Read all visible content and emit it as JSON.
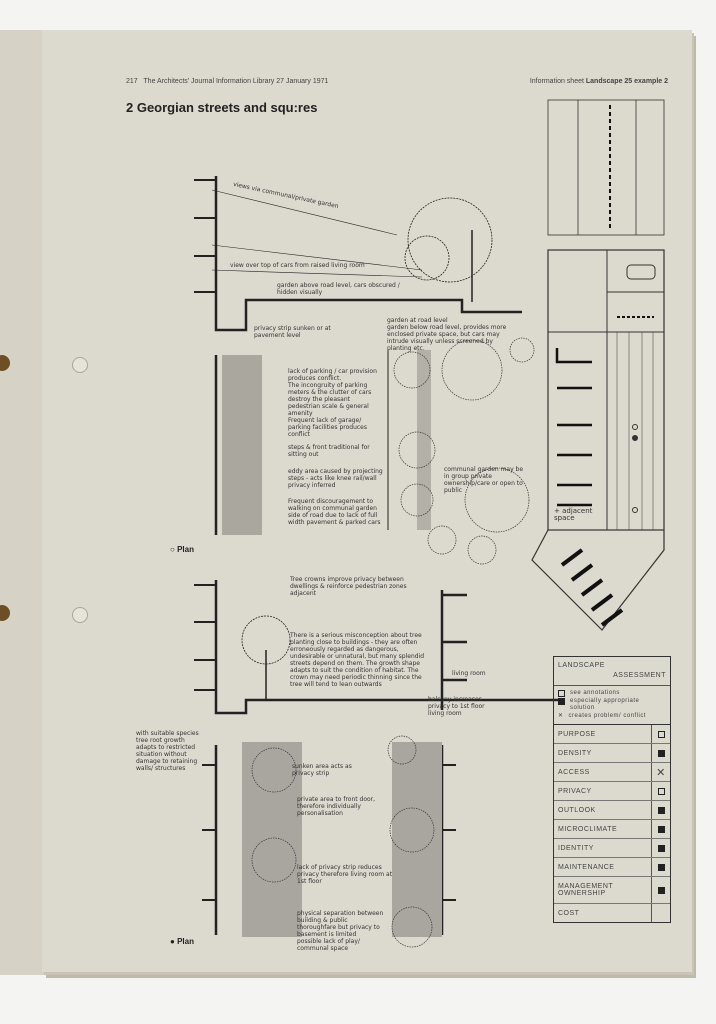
{
  "header": {
    "page_number": "217",
    "publication": "The Architects' Journal Information Library 27 January 1971",
    "sheet_prefix": "Information sheet",
    "sheet_name": "Landscape 25 example 2"
  },
  "title": "2 Georgian streets and squ:res",
  "section_top": {
    "notes": [
      "views via communal/private garden",
      "view over top of cars from raised living room",
      "garden above road level, cars obscured / hidden visually",
      "privacy strip sunken or at pavement level",
      "garden at road level\ngarden below road level, provides more enclosed private space, but cars may intrude visually unless screened by planting etc."
    ],
    "plan_notes": [
      "lack of parking / car provision produces conflict.\nThe incongruity of parking meters & the clutter of cars destroy the pleasant pedestrian scale & general amenity\nFrequent lack of garage/ parking facilities produces conflict",
      "steps & front traditional for sitting out",
      "eddy area caused by projecting steps - acts like knee rail/wall privacy inferred",
      "Frequent discouragement to walking on communal garden side of road due to lack of full width pavement & parked cars",
      "communal garden may be in group private ownership/care or open to public"
    ],
    "plan_label": "Plan"
  },
  "section_bottom": {
    "notes": [
      "Tree crowns improve privacy between dwellings & reinforce pedestrian zones adjacent",
      "There is a serious misconception about tree planting close to buildings - they are often erroneously regarded as dangerous, undesirable or unnatural, but many splendid streets depend on them. The growth shape adapts to suit the condition of habitat. The crown may need periodic thinning since the tree will tend to lean outwards",
      "living room",
      "balcony increases privacy to 1st floor living room",
      "with suitable species tree root growth adapts to restricted situation without damage to retaining walls/ structures",
      "sunken area acts as privacy strip"
    ],
    "plan_notes": [
      "private area to front door, therefore individually personalisation",
      "lack of privacy strip reduces privacy therefore living room at 1st floor",
      "physical separation between building & public thoroughfare but privacy to basement is limited",
      "possible lack of play/ communal space"
    ],
    "plan_label": "Plan"
  },
  "side_key": {
    "adjacent_label": "+ adjacent\nspace"
  },
  "assessment": {
    "title_line1": "LANDSCAPE",
    "title_line2": "ASSESSMENT",
    "legend": [
      {
        "symbol": "open-square",
        "label": "see annotations"
      },
      {
        "symbol": "filled-square",
        "label": "especially appropriate solution"
      },
      {
        "symbol": "cross",
        "label": "creates problem/ conflict"
      }
    ],
    "rows": [
      {
        "label": "PURPOSE",
        "mark": "open-square"
      },
      {
        "label": "DENSITY",
        "mark": "filled-square"
      },
      {
        "label": "ACCESS",
        "mark": "cross"
      },
      {
        "label": "PRIVACY",
        "mark": "open-square"
      },
      {
        "label": "OUTLOOK",
        "mark": "filled-square"
      },
      {
        "label": "MICROCLIMATE",
        "mark": "filled-square"
      },
      {
        "label": "IDENTITY",
        "mark": "filled-square"
      },
      {
        "label": "MAINTENANCE",
        "mark": "filled-square"
      },
      {
        "label": "MANAGEMENT OWNERSHIP",
        "mark": "filled-square"
      },
      {
        "label": "COST",
        "mark": ""
      }
    ]
  },
  "colors": {
    "paper": "#dcd9cf",
    "ink": "#222222",
    "hatch": "#a9a6a0"
  }
}
